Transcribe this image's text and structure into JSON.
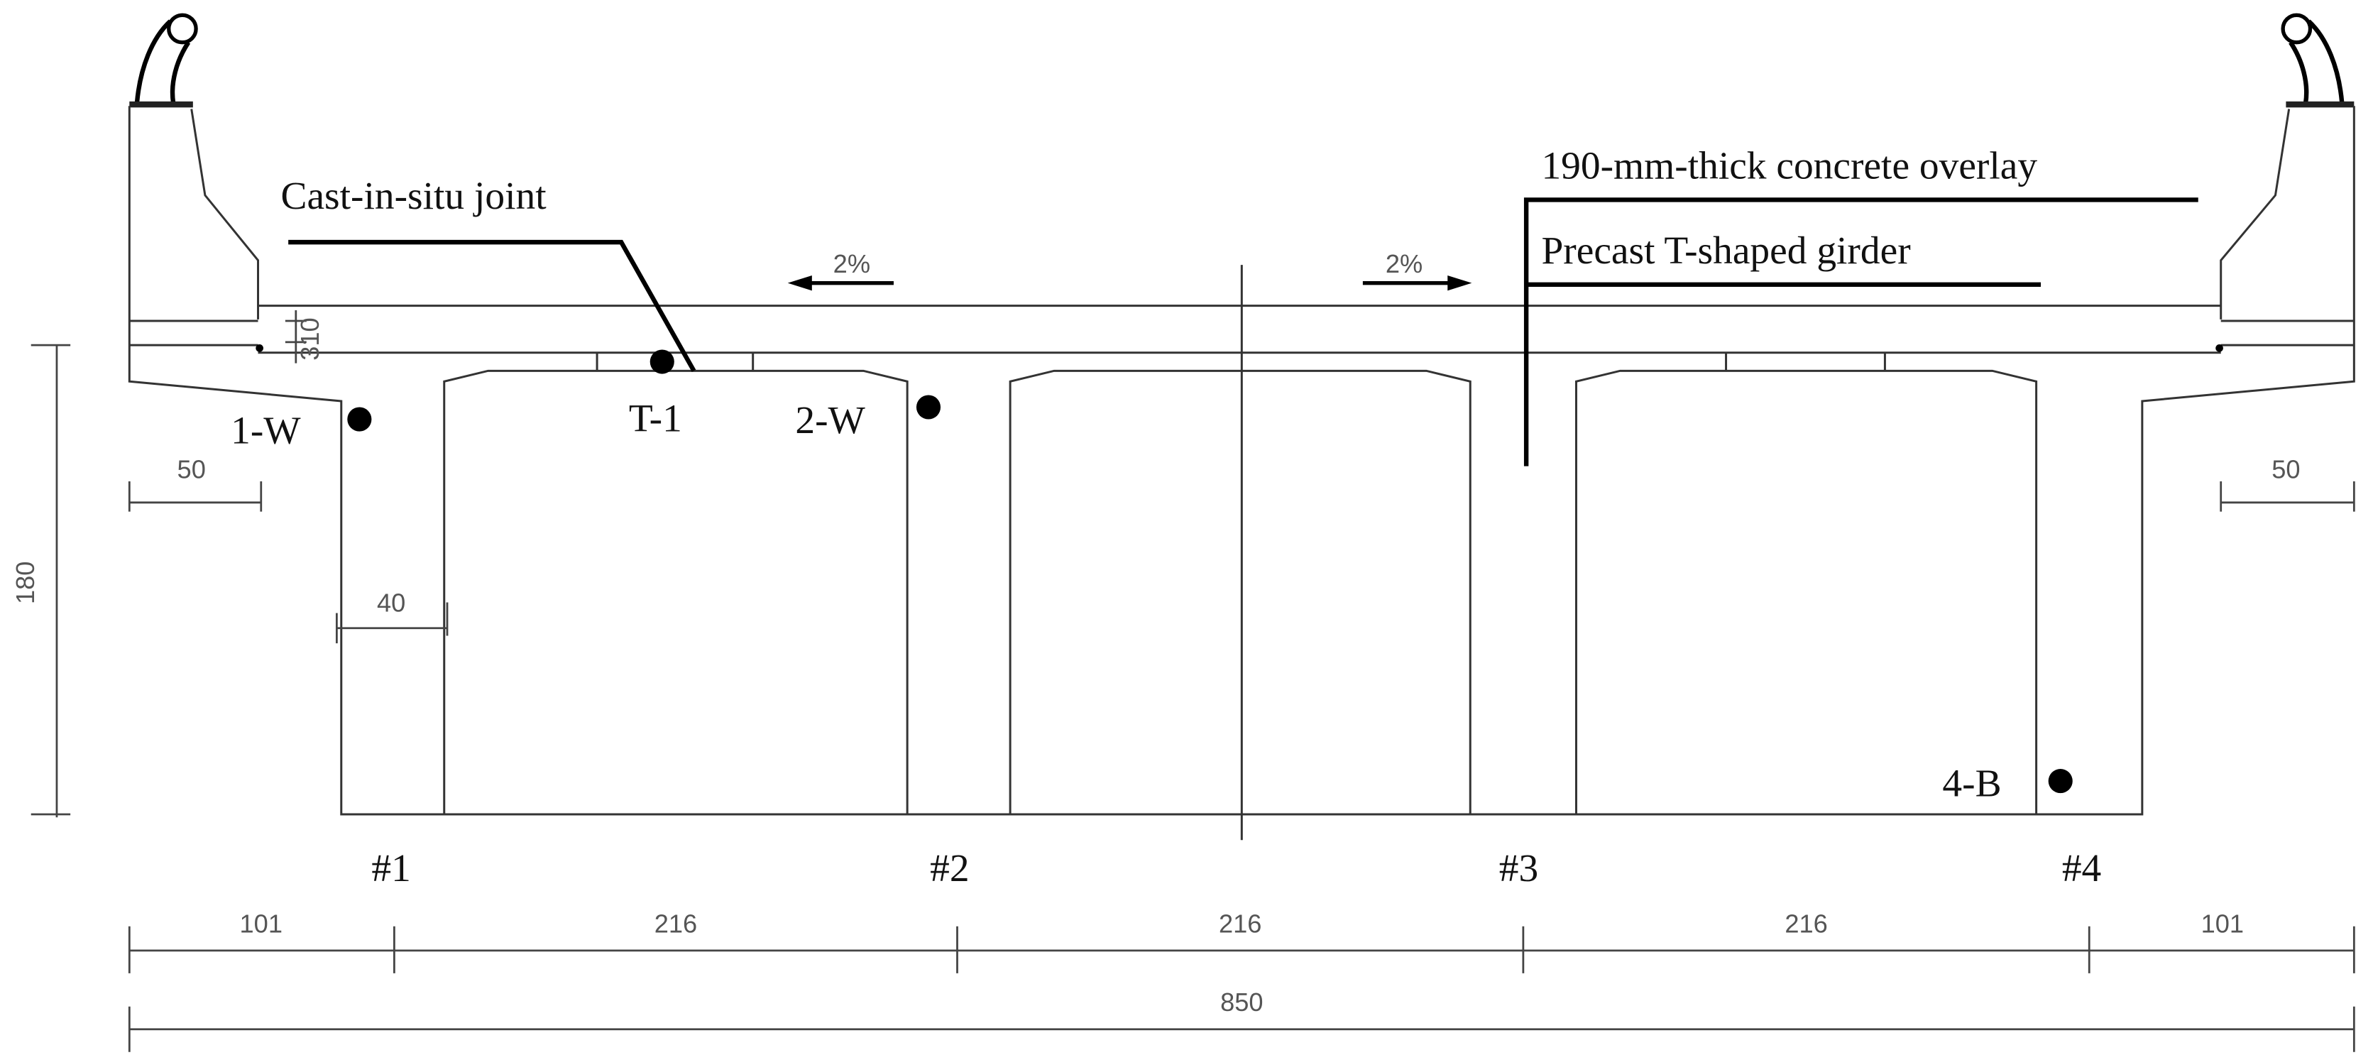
{
  "annotations": {
    "joint": "Cast-in-situ joint",
    "overlay": "190-mm-thick concrete overlay",
    "girder": "Precast T-shaped girder",
    "slope_left": "2%",
    "slope_right": "2%"
  },
  "sensors": [
    {
      "id": "1-W",
      "label": "1-W"
    },
    {
      "id": "T-1",
      "label": "T-1"
    },
    {
      "id": "2-W",
      "label": "2-W"
    },
    {
      "id": "4-B",
      "label": "4-B"
    }
  ],
  "girders": [
    "#1",
    "#2",
    "#3",
    "#4"
  ],
  "dimensions": {
    "height": "180",
    "web": "40",
    "cantilever_left": "50",
    "cantilever_right": "50",
    "overlay_thickness": "310",
    "spans": [
      "101",
      "216",
      "216",
      "216",
      "101"
    ],
    "total": "850"
  },
  "colors": {
    "line": "#333333",
    "ink": "#000000"
  }
}
